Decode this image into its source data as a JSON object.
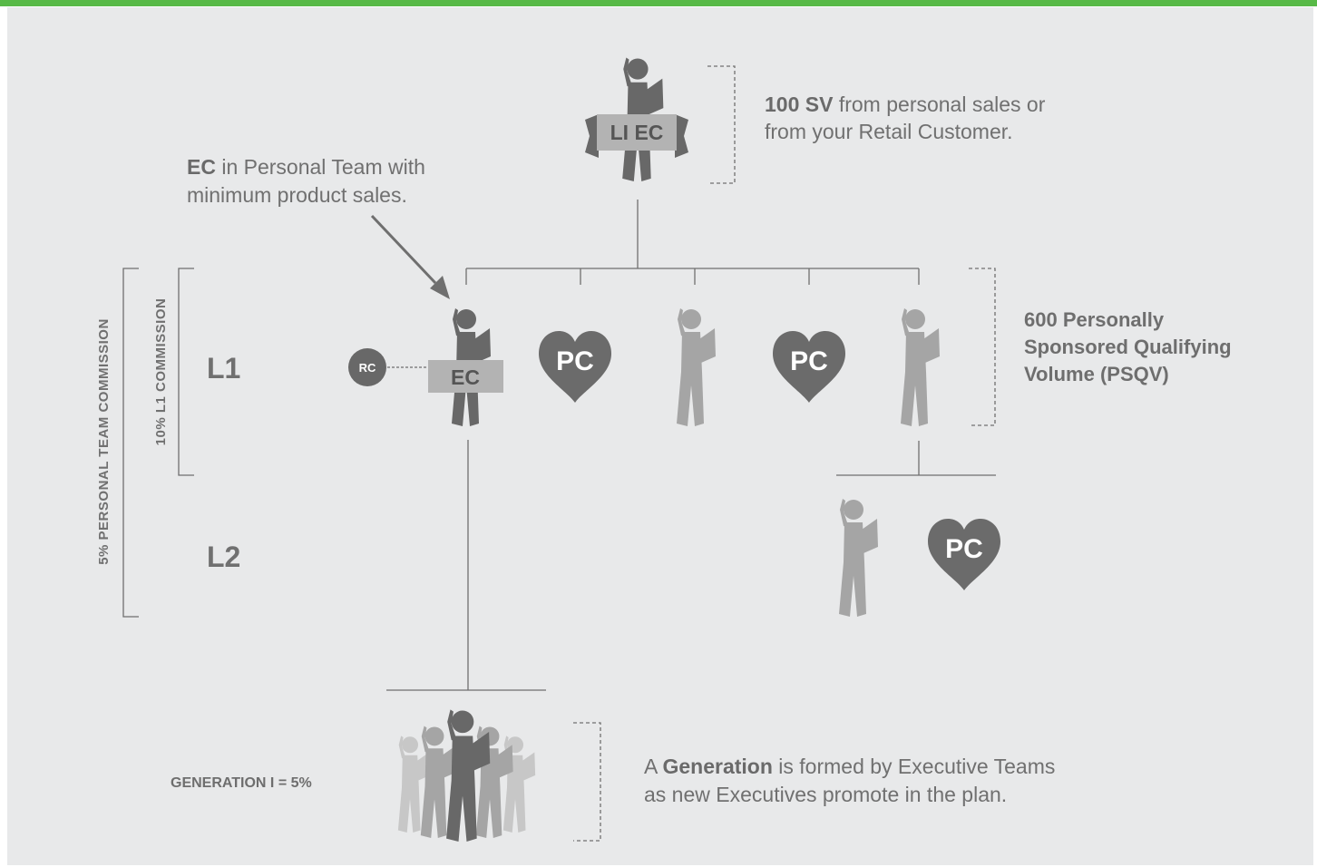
{
  "colors": {
    "top_bar": "#57b947",
    "background": "#e8e9ea",
    "dark_figure": "#686868",
    "light_figure": "#a5a5a5",
    "heart": "#6b6b6b",
    "badge_fill": "#b3b3b3",
    "line": "#6f6f6f"
  },
  "top": {
    "badge": "LI EC",
    "note_bold": "100 SV",
    "note_line1_rest": " from personal sales or",
    "note_line2": "from your Retail Customer."
  },
  "ec_callout": {
    "bold": "EC",
    "line1_rest": " in Personal Team with",
    "line2": "minimum product sales."
  },
  "labels": {
    "personal_team": "5% PERSONAL TEAM COMMISSION",
    "l1_commission": "10% L1 COMMISSION",
    "l1": "L1",
    "l2": "L2"
  },
  "l1_nodes": {
    "rc": "RC",
    "ec": "EC",
    "pc1": "PC",
    "pc2": "PC"
  },
  "psqv": [
    "600 Personally",
    "Sponsored Qualifying",
    "Volume (PSQV)"
  ],
  "l2_nodes": {
    "pc": "PC"
  },
  "generation": {
    "label": "GENERATION I = 5%",
    "note_prefix": "A ",
    "note_bold": "Generation",
    "note_line1_rest": " is formed by Executive Teams",
    "note_line2": "as new Executives promote in the plan."
  },
  "icons": {
    "person": "person-with-book-icon",
    "heart": "heart-icon",
    "group": "people-group-icon"
  }
}
